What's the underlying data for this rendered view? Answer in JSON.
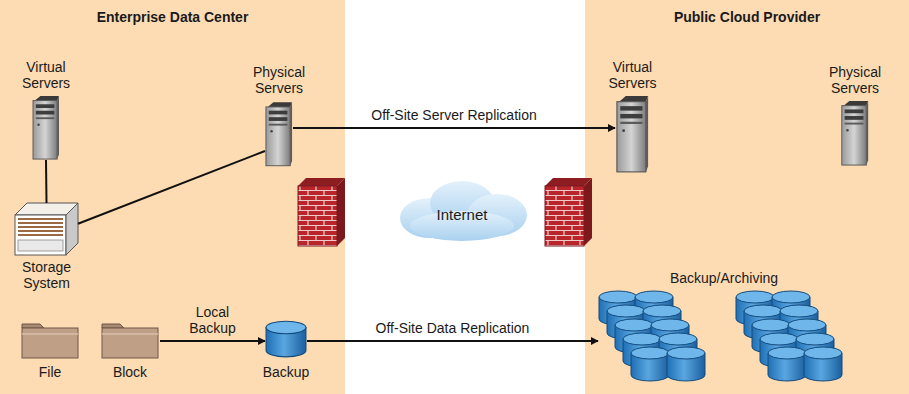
{
  "diagram": {
    "nodes": [
      {
        "text": [
          "Enterprise Data Center"
        ]
      },
      {
        "text": [
          "Virtual Servers"
        ],
        "in": 0
      },
      {
        "text": [
          "Physical Servers"
        ],
        "in": 0
      },
      {
        "text": [
          "Storage System"
        ],
        "in": 0
      },
      {
        "text": [
          "File"
        ],
        "in": 0
      },
      {
        "text": [
          "Block"
        ],
        "in": 0
      },
      {
        "text": [
          "Backup"
        ],
        "in": 0
      },
      {
        "text": [
          "Internet"
        ]
      },
      {
        "text": [
          "Public Cloud Provider"
        ]
      },
      {
        "text": [
          "Virtual Servers"
        ],
        "in": 8
      },
      {
        "text": [
          "Physical Servers"
        ],
        "in": 8
      },
      {
        "text": [
          "Backup/Archiving"
        ],
        "in": 8
      }
    ],
    "edges": [
      {
        "from": 1,
        "to": 3,
        "arrow": "none"
      },
      {
        "from": 2,
        "to": 3,
        "arrow": "none"
      },
      {
        "from": 5,
        "to": 6,
        "label": "Local Backup",
        "arrow": "to"
      },
      {
        "from": 2,
        "to": 9,
        "label": "Off-Site Server Replication",
        "arrow": "to"
      },
      {
        "from": 6,
        "to": 11,
        "label": "Off-Site Data Replication",
        "arrow": "to"
      }
    ]
  }
}
